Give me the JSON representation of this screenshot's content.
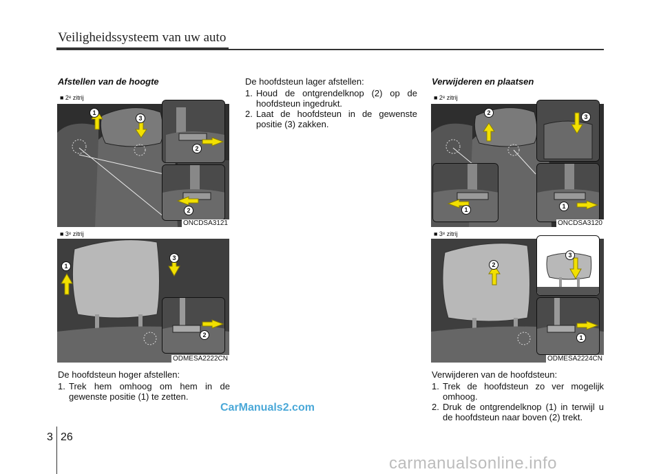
{
  "header": {
    "title": "Veiligheidssysteem van uw auto"
  },
  "left": {
    "section_title": "Afstellen van de hoogte",
    "fig1": {
      "label": "■ 2ᵉ zitrij",
      "code": "ONCDSA3121",
      "callouts": [
        "1",
        "3",
        "2",
        "2"
      ]
    },
    "fig2": {
      "label": "■ 3ᵉ zitrij",
      "code": "ODMESA2222CN",
      "callouts": [
        "1",
        "3",
        "2"
      ]
    },
    "intro": "De hoofdsteun hoger afstellen:",
    "steps": [
      {
        "num": "1.",
        "text": "Trek hem omhoog om hem in de gewenste positie (1) te zetten."
      }
    ]
  },
  "middle": {
    "intro": "De hoofdsteun lager afstellen:",
    "steps": [
      {
        "num": "1.",
        "text": "Houd de ontgrendelknop (2) op de hoofdsteun ingedrukt."
      },
      {
        "num": "2.",
        "text": "Laat de hoofdsteun in de gewenste positie (3) zakken."
      }
    ]
  },
  "right": {
    "section_title": "Verwijderen en plaatsen",
    "fig1": {
      "label": "■ 2ᵉ zitrij",
      "code": "ONCDSA3120",
      "callouts": [
        "2",
        "3",
        "1",
        "1"
      ]
    },
    "fig2": {
      "label": "■ 3ᵉ zitrij",
      "code": "ODMESA2224CN",
      "callouts": [
        "2",
        "3",
        "1"
      ]
    },
    "intro": "Verwijderen van de hoofdsteun:",
    "steps": [
      {
        "num": "1.",
        "text": "Trek de hoofdsteun zo ver mogelijk omhoog."
      },
      {
        "num": "2.",
        "text": "Druk de ontgrendelknop (1) in terwijl u de hoofdsteun naar boven (2) trekt."
      }
    ]
  },
  "footer": {
    "chapter": "3",
    "page": "26",
    "watermark": "CarManuals2.com",
    "site": "carmanualsonline.info"
  },
  "colors": {
    "arrow": "#f2e000",
    "watermark": "#4aa8d8"
  }
}
